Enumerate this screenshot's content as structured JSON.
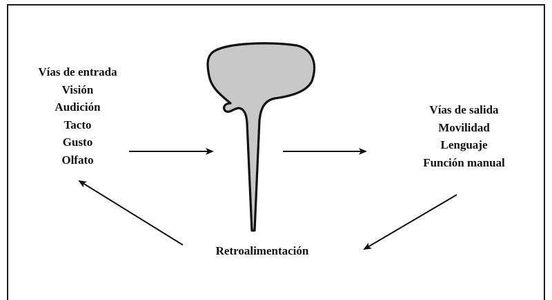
{
  "input_pathways": {
    "title": "Vías de entrada",
    "items": [
      "Visión",
      "Audición",
      "Tacto",
      "Gusto",
      "Olfato"
    ]
  },
  "output_pathways": {
    "title": "Vías de salida",
    "items": [
      "Movilidad",
      "Lenguaje",
      "Función manual"
    ]
  },
  "feedback": {
    "label": "Retroalimentación"
  },
  "colors": {
    "brain_fill": "#c8c8c8",
    "stroke": "#111111",
    "frame": "#1a1a1a"
  },
  "icons": {
    "central_figure": "brain-spinal-cord-icon"
  }
}
